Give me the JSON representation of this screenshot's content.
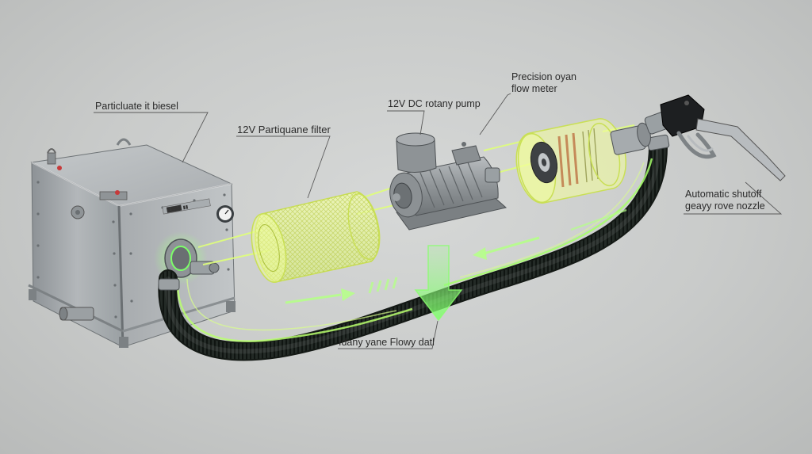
{
  "labels": {
    "tank": "Particluate it biesel",
    "filter": "12V Partiquane filter",
    "pump": "12V DC rotany pump",
    "meter_line1": "Precision oyan",
    "meter_line2": "flow meter",
    "nozzle_line1": "Automatic shutoff",
    "nozzle_line2": "geayy rove nozzle",
    "flow": "Idany yane Flowy datl",
    "tank_plate": "████ ▮▮"
  },
  "colors": {
    "background": "#cfd1d0",
    "glow_green": "#7dff6a",
    "filter_yellow": "#e6ff7a",
    "hose": "#1e2420",
    "steel": "#9ea3a6",
    "leader_line": "#5a5a5a"
  },
  "components": [
    "diesel-tank",
    "particulate-filter",
    "rotary-pump",
    "flow-meter",
    "fuel-hose",
    "shutoff-nozzle",
    "flow-direction-arrows"
  ]
}
